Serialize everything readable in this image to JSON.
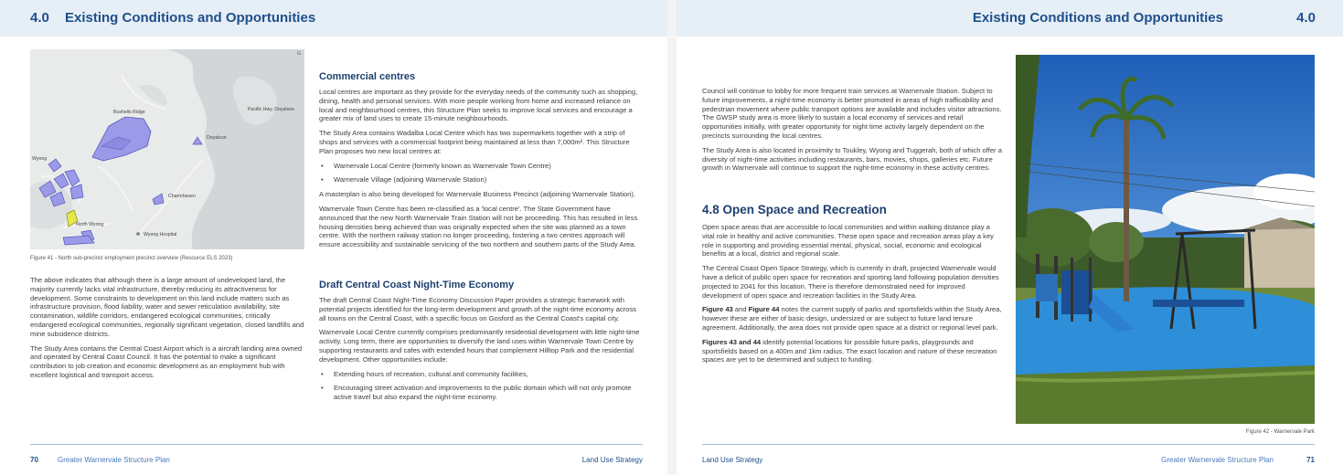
{
  "header": {
    "left_number": "4.0",
    "left_title": "Existing Conditions and Opportunities",
    "right_title": "Existing Conditions and Opportunities",
    "right_number": "4.0"
  },
  "map": {
    "caption": "Figure 41 - North sub-precinct employment precinct overview (Resource ELS 2023)",
    "labels": {
      "g": "G",
      "bushells_ridge": "Bushells Ridge",
      "pacific_hwy": "Pacific Hwy, Doyalson",
      "doyalson": "Doyalson",
      "wyong": "Wyong",
      "charmhaven": "Charmhaven",
      "north_wyong": "North Wyong",
      "wyong_hospital": "Wyong Hospital"
    }
  },
  "left_col": {
    "p1": "The above indicates that although there is a large amount of undeveloped land, the majority currently lacks vital infrastructure, thereby reducing its attractiveness for development. Some constraints to development on this land include matters such as infrastructure provision, flood liability, water and sewer reticulation availability, site contamination, wildlife corridors, endangered ecological communities, critically endangered ecological communities, regionally significant vegetation, closed landfills and mine subsidence districts.",
    "p2": "The Study Area contains the Central Coast Airport which is a aircraft landing area owned and operated by Central Coast Council. It has the potential to make a significant contribution to job creation and economic development as an employment hub with excellent logistical and transport access."
  },
  "commercial": {
    "heading": "Commercial centres",
    "p1": "Local centres are important as they provide for the everyday needs of the community such as shopping, dining, health and personal services. With more people working from home and increased reliance on local and neighbourhood centres, this Structure Plan seeks to improve local services and encourage a greater mix of land uses to create 15-minute neighbourhoods.",
    "p2": "The Study Area contains Wadalba Local Centre which has two supermarkets together with a strip of shops and services with a commercial footprint being maintained at less than 7,000m². This Structure Plan proposes two new local centres at:",
    "bullet1": "Warnervale Local Centre (formerly known as Warnervale Town Centre)",
    "bullet2": "Warnervale Village (adjoining Warnervale Station)",
    "p3": "A masterplan is also being developed for Warnervale Business Precinct (adjoining Warnervale Station).",
    "p4": "Warnervale Town Centre has been re-classified as a 'local centre'. The State Government have announced that the new North Warnervale Train Station will not be proceeding. This has resulted in less housing densities being achieved than was originally expected when the site was planned as a town centre. With the northern railway station no longer proceeding, fostering a two centres approach will ensure accessibility and sustainable servicing of the two northern and southern parts of the Study Area."
  },
  "night": {
    "heading": "Draft Central Coast Night-Time Economy",
    "p1": "The draft Central Coast Night-Time Economy Discussion Paper provides a strategic framework with potential projects identified for the long-term development and growth of the night-time economy across all towns on the Central Coast, with a specific focus on Gosford as the Central Coast's capital city.",
    "p2": "Warnervale Local Centre currently comprises predominantly residential development with little night-time activity. Long term, there are opportunities to diversify the land uses within Warnervale Town Centre by supporting restaurants and cafes with extended hours that complement Hilltop Park and the residential development. Other opportunities include:",
    "bullet1": "Extending hours of recreation, cultural and community facilities,",
    "bullet2": "Encouraging street activation and improvements to the public domain which will not only promote active travel but also expand the night-time economy."
  },
  "right_col": {
    "p1": "Council will continue to lobby for more frequent train services at Warnervale Station. Subject to future improvements, a night-time economy is better promoted in areas of high trafficability and pedestrian movement where public transport options are available and includes visitor attractions. The GWSP study area is more likely to sustain a local economy of services and retail opportunities initially, with greater opportunity for night time activity largely dependent on the precincts surrounding the local centres.",
    "p2": "The Study Area is also located in proximity to Toukley, Wyong and Tuggerah, both of which offer a diversity of night-time activities including restaurants, bars, movies, shops, galleries etc. Future growth in Warnervale will continue to support the night-time economy in these activity centres.",
    "heading": "4.8 Open Space and Recreation",
    "p3": "Open space areas that are accessible to local communities and within walking distance play a vital role in healthy and active communities. These open space and recreation areas play a key role in supporting and providing essential mental, physical, social, economic and ecological benefits at a local, district and regional scale.",
    "p4": "The Central Coast Open Space Strategy, which is currently in draft, projected Warnervale would have a deficit of public open space for recreation and sporting land following population densities projected to 2041 for this location. There is therefore demonstrated need for improved development of open space and recreation facilities in the Study Area.",
    "p5_b1": "Figure 43",
    "p5_mid": " and ",
    "p5_b2": "Figure 44",
    "p5_rest": " notes the current supply of parks and sportsfields within the Study Area, however these are either of basic design, undersized or are subject to future land tenure agreement. Additionally, the area does not provide open space at a district or regional level park.",
    "p6_b": "Figures 43 and 44",
    "p6_rest": " identify potential locations for possible future parks, playgrounds and sportsfields based on a 400m and 1km radius. The exact location and nature of these recreation spaces are yet to be determined and subject to funding."
  },
  "photo": {
    "caption": "Figure 42 - Warnervale Park"
  },
  "footer": {
    "left_page": "70",
    "left_doc": "Greater Warnervale Structure Plan",
    "left_section": "Land Use Strategy",
    "right_section": "Land Use Strategy",
    "right_doc": "Greater Warnervale Structure Plan",
    "right_page": "71"
  }
}
